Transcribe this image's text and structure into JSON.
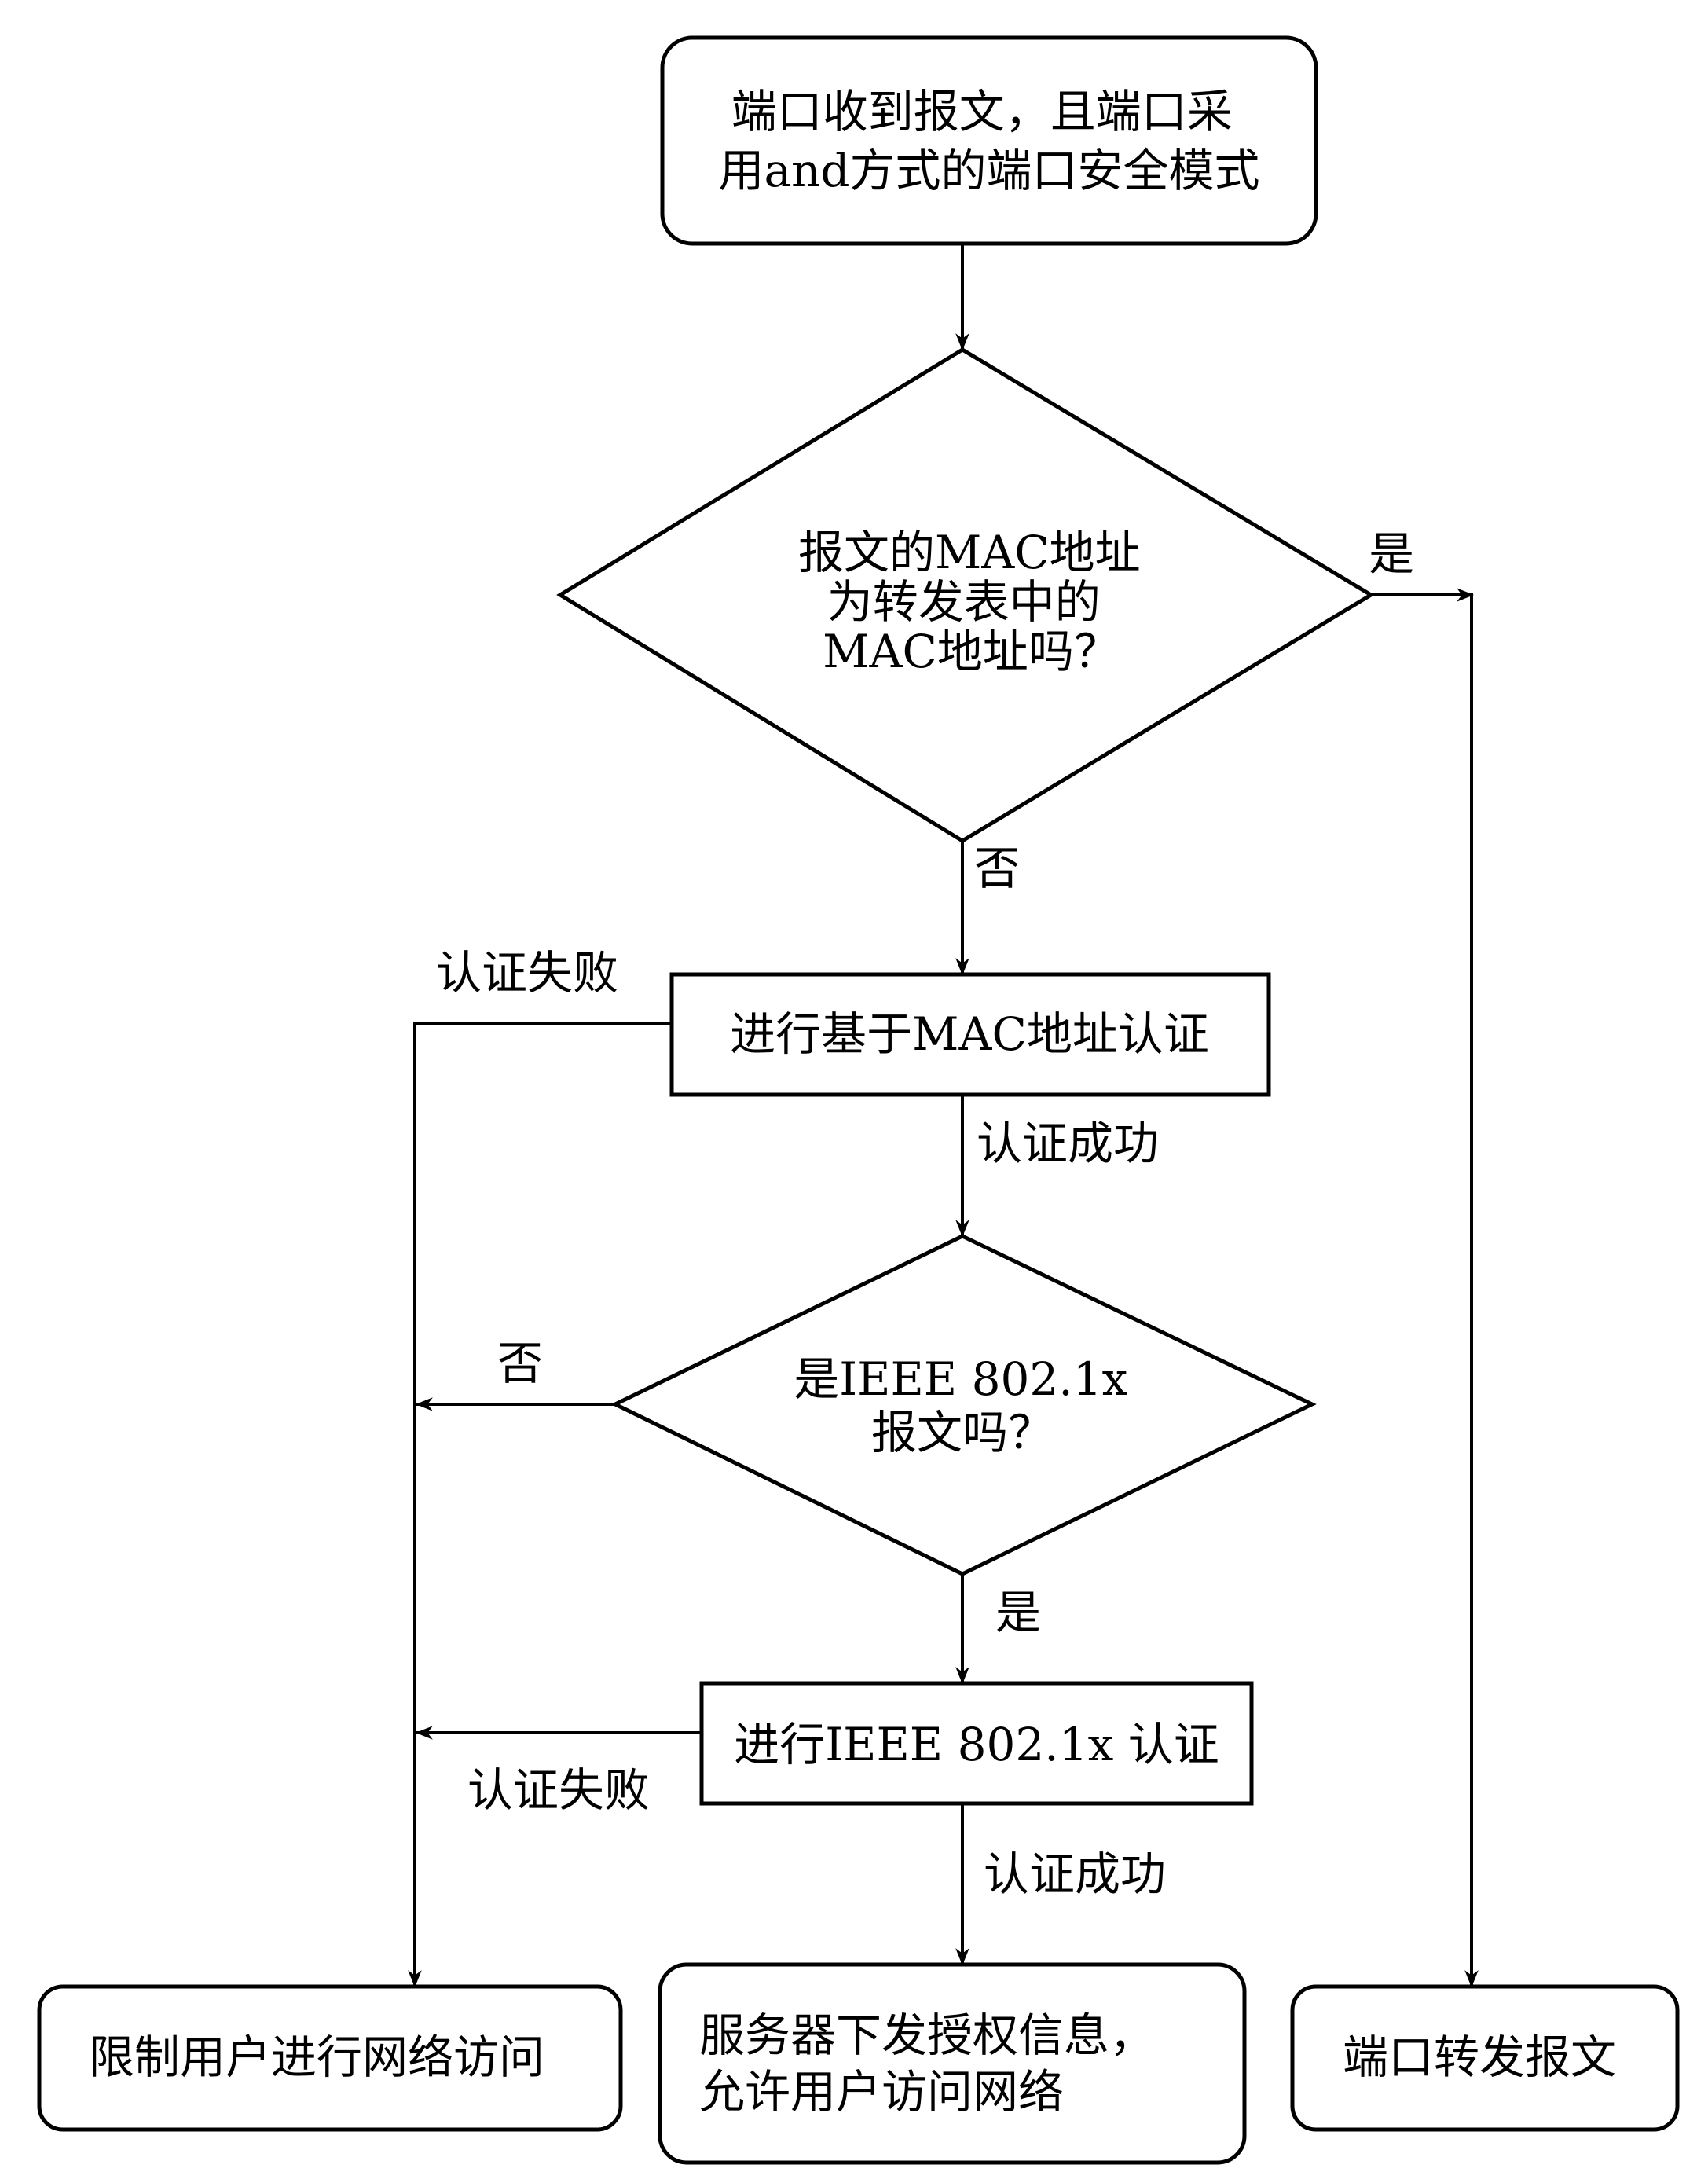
{
  "nodes": {
    "start": {
      "lines": [
        "端口收到报文，且端口采",
        "用and方式的端口安全模式"
      ]
    },
    "decision_mac": {
      "lines": [
        "报文的MAC地址",
        "为转发表中的",
        "MAC地址吗？"
      ]
    },
    "mac_auth": {
      "lines": [
        "进行基于MAC地址认证"
      ]
    },
    "decision_8021x": {
      "lines": [
        "是IEEE 802.1x",
        "报文吗？"
      ]
    },
    "auth_8021x": {
      "lines": [
        "进行IEEE 802.1x 认证"
      ]
    },
    "restrict": {
      "lines": [
        "限制用户进行网络访问"
      ]
    },
    "grant": {
      "lines": [
        "服务器下发授权信息，",
        "允许用户访问网络"
      ]
    },
    "forward": {
      "lines": [
        "端口转发报文"
      ]
    }
  },
  "edges": {
    "mac_yes": "是",
    "mac_no": "否",
    "mac_auth_fail": "认证失败",
    "mac_auth_success": "认证成功",
    "x_no": "否",
    "x_yes": "是",
    "x_auth_fail": "认证失败",
    "x_auth_success": "认证成功"
  }
}
